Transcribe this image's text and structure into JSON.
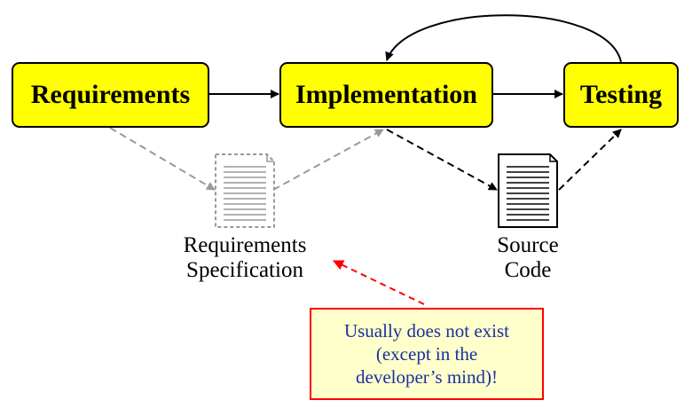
{
  "stages": {
    "requirements": "Requirements",
    "implementation": "Implementation",
    "testing": "Testing"
  },
  "documents": {
    "requirements_spec": {
      "line1": "Requirements",
      "line2": "Specification"
    },
    "source_code": {
      "line1": "Source",
      "line2": "Code"
    }
  },
  "note": {
    "line1": "Usually does not exist",
    "line2": "(except in the",
    "line3": "developer’s mind)!"
  },
  "colors": {
    "stage_fill": "#ffff00",
    "note_fill": "#ffffcc",
    "note_border": "#ff0000",
    "note_text": "#1a2fa0",
    "faded_gray": "#999999"
  }
}
